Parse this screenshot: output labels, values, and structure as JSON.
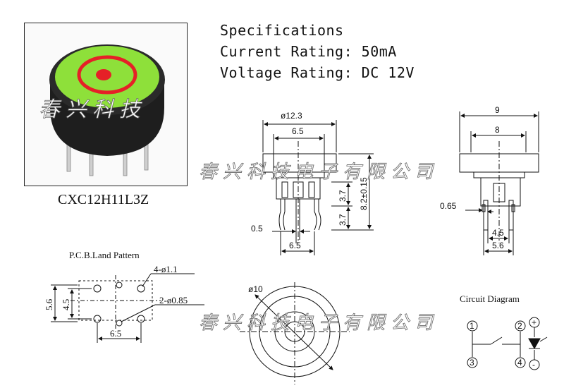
{
  "specs": {
    "title": "Specifications",
    "current": "Current Rating: 50mA",
    "voltage": "Voltage Rating: DC 12V"
  },
  "model": "CXC12H11L3Z",
  "watermark": {
    "photo": "春兴科技",
    "line1": "春兴科技电子有限公司",
    "line2": "春兴科技电子有限公司"
  },
  "front_view": {
    "d_outer": "ø12.3",
    "w_cap": "6.5",
    "h_total": "8.2±0.15",
    "h_upper": "3.7",
    "h_lower": "3.7",
    "pin_w": "0.5",
    "pin_pitch": "6.5"
  },
  "side_view": {
    "w_outer": "9",
    "w_inner": "8",
    "pin_t": "0.65",
    "pin_gap": "4.5",
    "pin_span": "5.6"
  },
  "pcb": {
    "title": "P.C.B.Land Pattern",
    "hole_a": "4-ø1.1",
    "hole_b": "2-ø0.85",
    "h_outer": "5.6",
    "h_inner": "4.5",
    "w": "6.5"
  },
  "top_view": {
    "diameter": "ø10"
  },
  "circuit": {
    "title": "Circuit Diagram",
    "p1": "1",
    "p2": "2",
    "p3": "3",
    "p4": "4",
    "plus": "+",
    "minus": "-"
  },
  "colors": {
    "cap_green": "#8ee03a",
    "ring_red": "#e52027",
    "body": "#1e1e1e"
  }
}
